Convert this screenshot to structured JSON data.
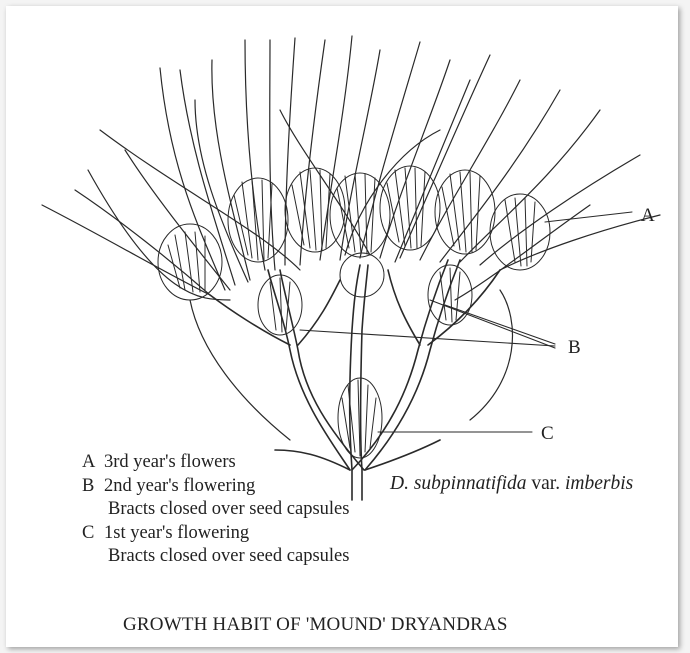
{
  "callouts": {
    "a": "A",
    "b": "B",
    "c": "C"
  },
  "legend": {
    "a_key": "A",
    "a_text": "3rd year's flowers",
    "b_key": "B",
    "b_text": "2nd year's flowering",
    "b_sub": "Bracts closed over seed capsules",
    "c_key": "C",
    "c_text": "1st year's flowering",
    "c_sub": "Bracts closed over seed capsules"
  },
  "species": {
    "genus": "D. subpinnatifida",
    "rank": "var.",
    "epithet": "imberbis"
  },
  "title": "GROWTH HABIT OF 'MOUND' DRYANDRAS"
}
